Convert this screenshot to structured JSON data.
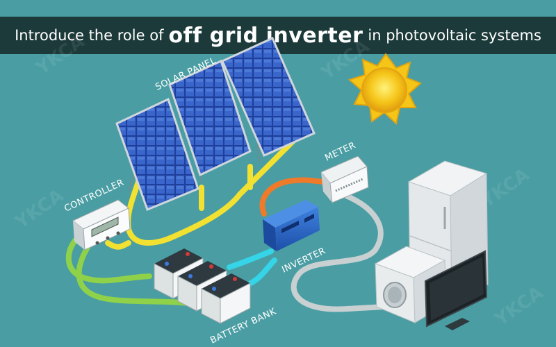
{
  "banner": {
    "prefix": "Introduce the role of",
    "highlight": "off grid inverter",
    "suffix": "in photovoltaic systems"
  },
  "labels": {
    "solar_panel": "SOLAR PANEL",
    "meter": "METER",
    "controller": "CONTROLLER",
    "inverter": "INVERTER",
    "battery_bank": "BATTERY BANK"
  },
  "watermark": "YKCA",
  "colors": {
    "background": "#4a9ea3",
    "banner": "#1d3a3a",
    "panel_blue": "#1e3f9a",
    "sun": "#f5c518",
    "yellow_wire": "#f2e131",
    "green_wire": "#8fd24a",
    "cyan_wire": "#35d4e8",
    "grey_wire": "#c9d0d2",
    "orange_wire": "#ef7a2a",
    "inverter_blue": "#2a66c8"
  }
}
